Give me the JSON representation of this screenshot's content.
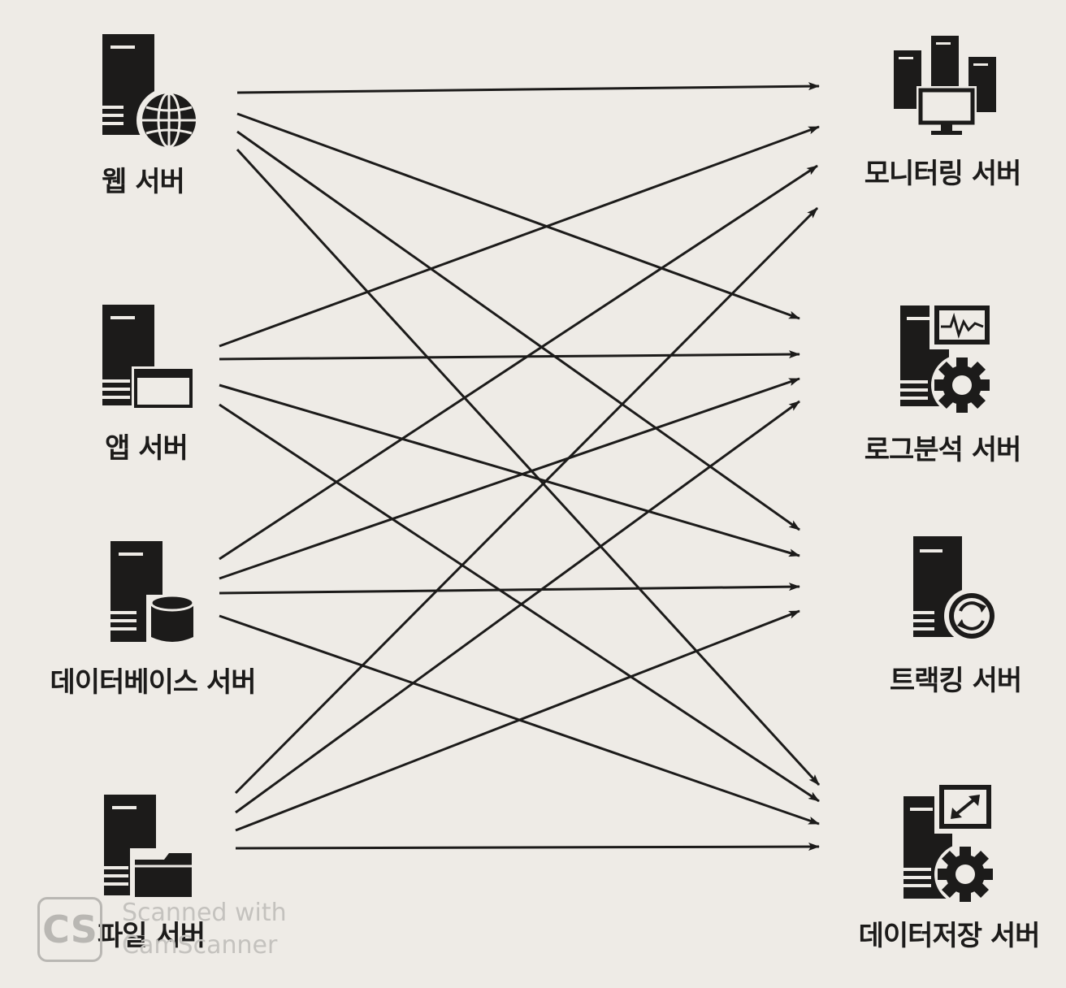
{
  "left_nodes": [
    {
      "id": "web",
      "label": "웹 서버",
      "icon": "server-globe-icon"
    },
    {
      "id": "app",
      "label": "앱 서버",
      "icon": "server-window-icon"
    },
    {
      "id": "db",
      "label": "데이터베이스 서버",
      "icon": "server-database-icon"
    },
    {
      "id": "file",
      "label": "파일 서버",
      "icon": "server-folder-icon"
    }
  ],
  "right_nodes": [
    {
      "id": "monitor",
      "label": "모니터링 서버",
      "icon": "servers-monitor-icon"
    },
    {
      "id": "log",
      "label": "로그분석 서버",
      "icon": "server-chart-gear-icon"
    },
    {
      "id": "tracking",
      "label": "트랙킹 서버",
      "icon": "server-sync-icon"
    },
    {
      "id": "storage",
      "label": "데이터저장 서버",
      "icon": "server-resize-gear-icon"
    }
  ],
  "edges": [
    {
      "from": "web",
      "to": "monitor"
    },
    {
      "from": "web",
      "to": "log"
    },
    {
      "from": "web",
      "to": "tracking"
    },
    {
      "from": "web",
      "to": "storage"
    },
    {
      "from": "app",
      "to": "monitor"
    },
    {
      "from": "app",
      "to": "log"
    },
    {
      "from": "app",
      "to": "tracking"
    },
    {
      "from": "app",
      "to": "storage"
    },
    {
      "from": "db",
      "to": "monitor"
    },
    {
      "from": "db",
      "to": "log"
    },
    {
      "from": "db",
      "to": "tracking"
    },
    {
      "from": "db",
      "to": "storage"
    },
    {
      "from": "file",
      "to": "monitor"
    },
    {
      "from": "file",
      "to": "log"
    },
    {
      "from": "file",
      "to": "tracking"
    },
    {
      "from": "file",
      "to": "storage"
    }
  ],
  "watermark": {
    "logo": "CS",
    "line1": "Scanned with",
    "line2": "CamScanner"
  },
  "colors": {
    "ink": "#1c1b1a",
    "paper": "#eeebe6"
  }
}
